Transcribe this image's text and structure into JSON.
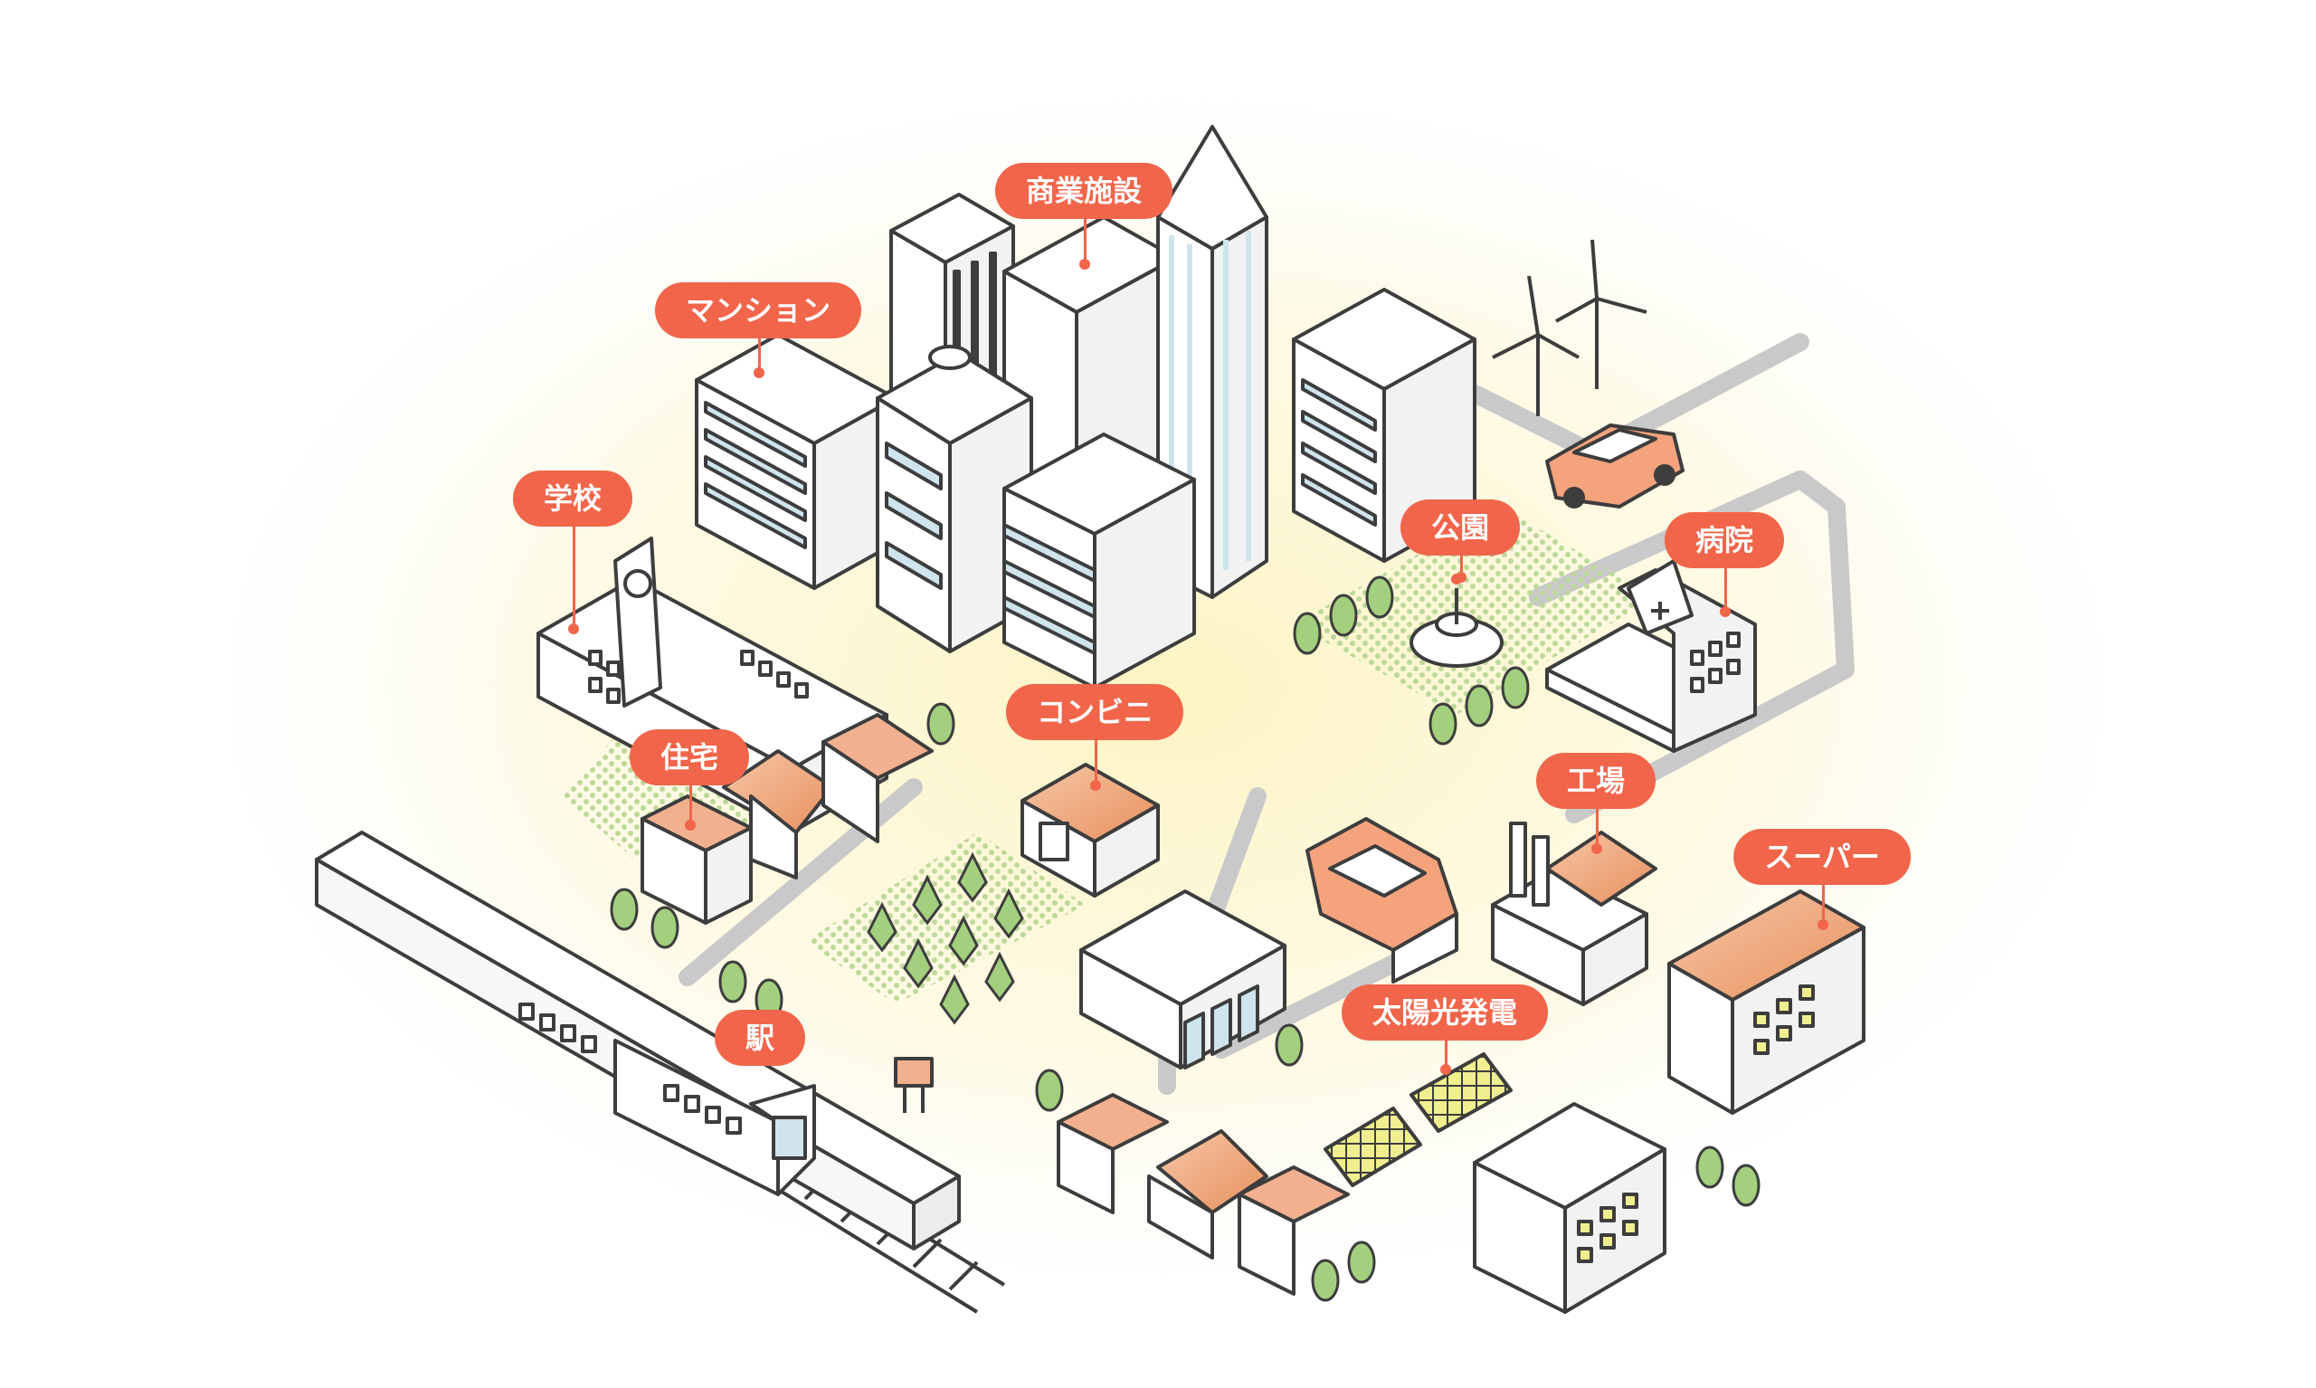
{
  "labels": {
    "commercial": "商業施設",
    "mansion": "マンション",
    "school": "学校",
    "park": "公園",
    "hospital": "病院",
    "housing": "住宅",
    "convenience": "コンビニ",
    "factory": "工場",
    "supermarket": "スーパー",
    "solar": "太陽光発電",
    "station": "駅"
  },
  "colors": {
    "accent": "#f1654a",
    "outline": "#3d3d3d",
    "road": "#c9c9c9",
    "glass": "#cfe4ec",
    "roof": "#f2b08e",
    "tree": "#a3cf7e",
    "glow": "#fdf6cf",
    "solar_panel": "#f0ef90",
    "vehicle": "#f4a37d"
  }
}
